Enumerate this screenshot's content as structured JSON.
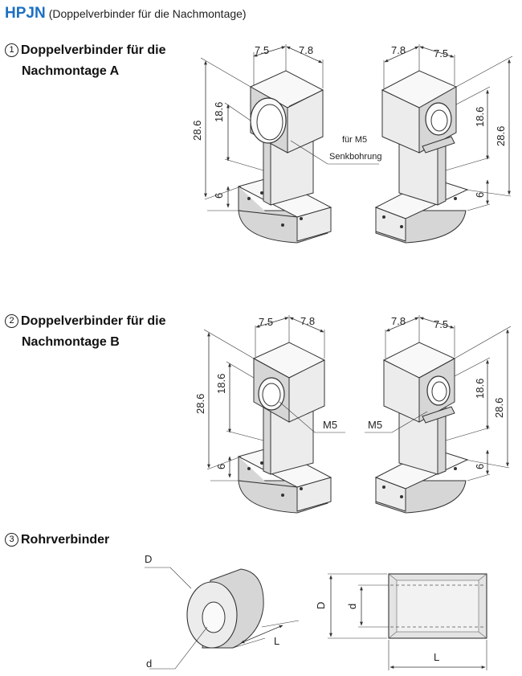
{
  "header": {
    "code": "HPJN",
    "subtitle": "(Doppelverbinder für die Nachmontage)"
  },
  "section_a": {
    "number": "1",
    "line1": "Doppelverbinder für die",
    "line2": "Nachmontage A"
  },
  "section_b": {
    "number": "2",
    "line1": "Doppelverbinder für die",
    "line2": "Nachmontage B"
  },
  "section_c": {
    "number": "3",
    "line1": "Rohrverbinder"
  },
  "dims": {
    "w1": "7.5",
    "w2": "7.8",
    "h_total": "28.6",
    "h_mid": "18.6",
    "h_base": "6"
  },
  "notes": {
    "a_line1": "für M5",
    "a_line2": "Senkbohrung",
    "b_label": "M5"
  },
  "tube": {
    "D": "D",
    "d": "d",
    "L": "L"
  },
  "colors": {
    "brand": "#1d6fc2"
  }
}
